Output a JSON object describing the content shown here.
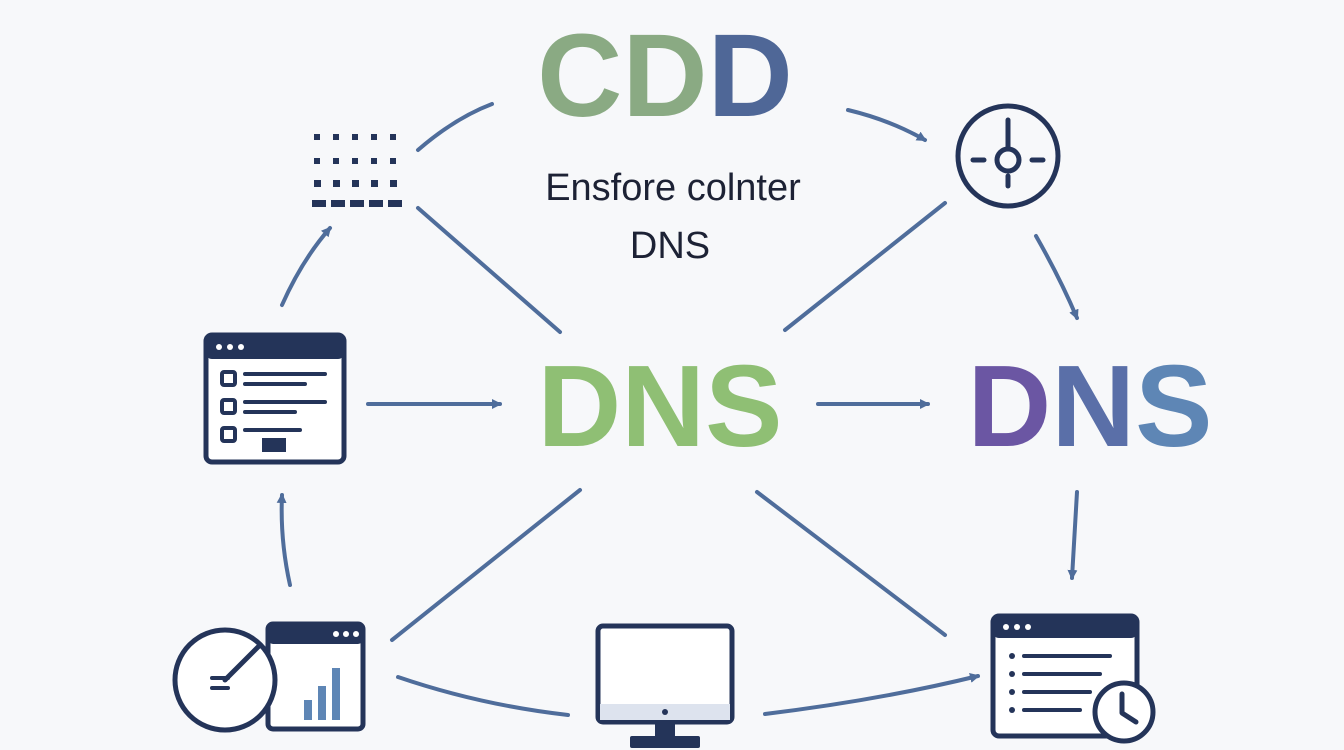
{
  "title_top": {
    "c": "C",
    "d1": "D",
    "d2": "D"
  },
  "subtitle": {
    "line1": "Ensfore colnter",
    "line2": "DNS"
  },
  "center_label": "DNS",
  "right_label": {
    "d": "D",
    "n": "N",
    "s": "S"
  },
  "colors": {
    "navy": "#243459",
    "arrow": "#4f6d9b",
    "green": "#8fbf74",
    "sage": "#8aaa83",
    "slate_blue": "#4f6797",
    "purple": "#6b56a3",
    "mid_blue": "#5a6fa8",
    "steel_blue": "#5e86b5"
  },
  "icons": [
    "dotted-grid-icon",
    "compass-clock-icon",
    "browser-checklist-icon",
    "gauge-chart-icon",
    "monitor-icon",
    "browser-clock-icon"
  ]
}
